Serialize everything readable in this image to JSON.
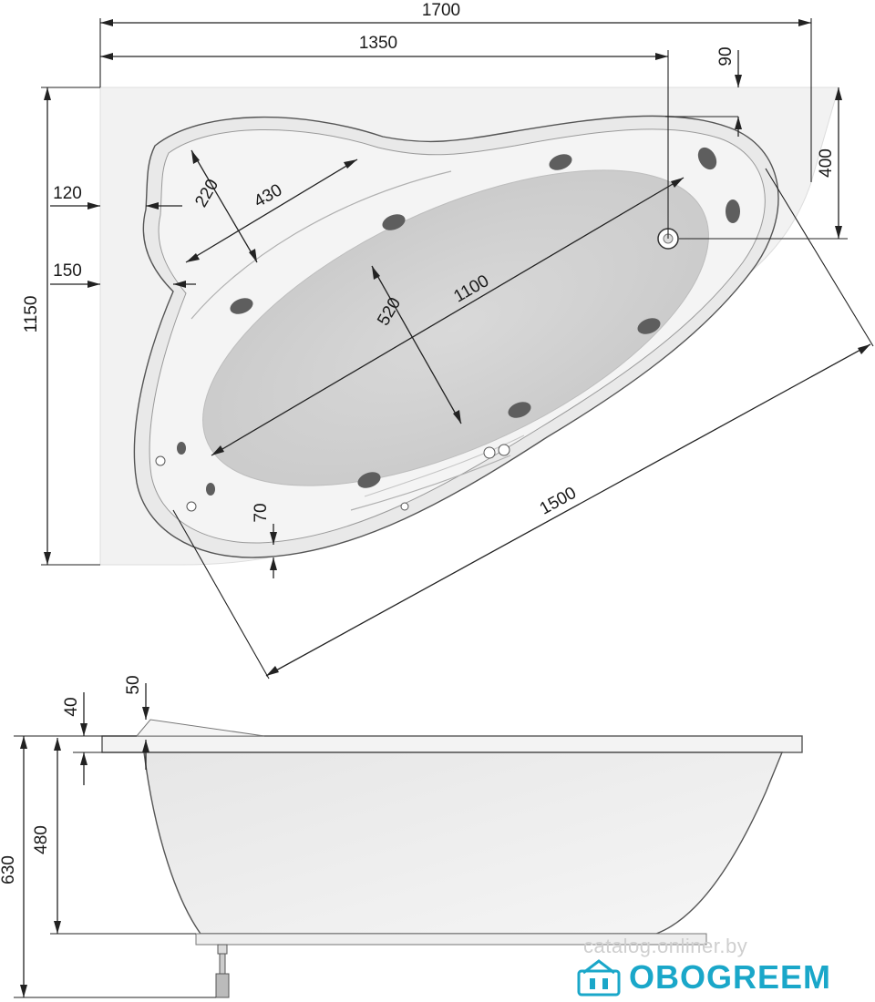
{
  "plan": {
    "dimensions": {
      "total_width": "1700",
      "drain_offset": "1350",
      "rim_offset": "90",
      "drain_depth": "400",
      "total_depth": "1150",
      "headrest_left": "120",
      "seat_left": "150",
      "headrest_width": "220",
      "headrest_length": "430",
      "inner_length": "1100",
      "inner_width": "520",
      "rim_front": "70",
      "diagonal_length": "1500"
    }
  },
  "section": {
    "dimensions": {
      "rim_thickness": "40",
      "headrest_height": "50",
      "inner_depth": "480",
      "total_height": "630"
    }
  },
  "watermark": {
    "site": "catalog.onliner.by",
    "brand": "OBOGREEM"
  },
  "colors": {
    "brand": "#1aa7c9",
    "shell": "#ececec",
    "basin": "#d8d8d8",
    "jet": "#5e5e5e"
  }
}
